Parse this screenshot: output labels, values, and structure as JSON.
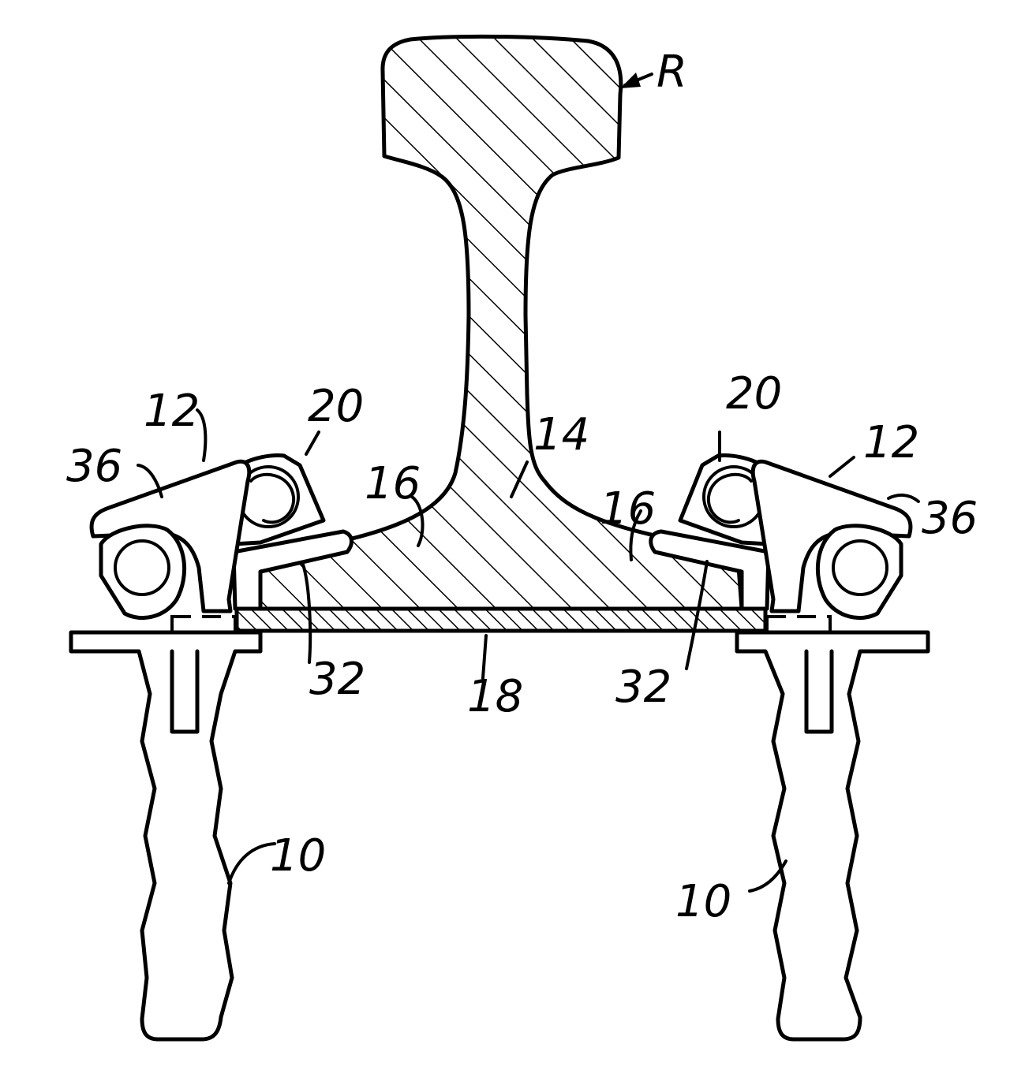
{
  "labels": {
    "rail": "R",
    "clip_left": "12",
    "clip_right": "12",
    "insulator_left": "20",
    "insulator_right": "20",
    "toe_left": "36",
    "toe_right": "36",
    "web": "14",
    "foot_left": "16",
    "foot_right": "16",
    "pad_left": "32",
    "pad_right": "32",
    "base_pad": "18",
    "sleeper_left": "10",
    "sleeper_right": "10"
  }
}
